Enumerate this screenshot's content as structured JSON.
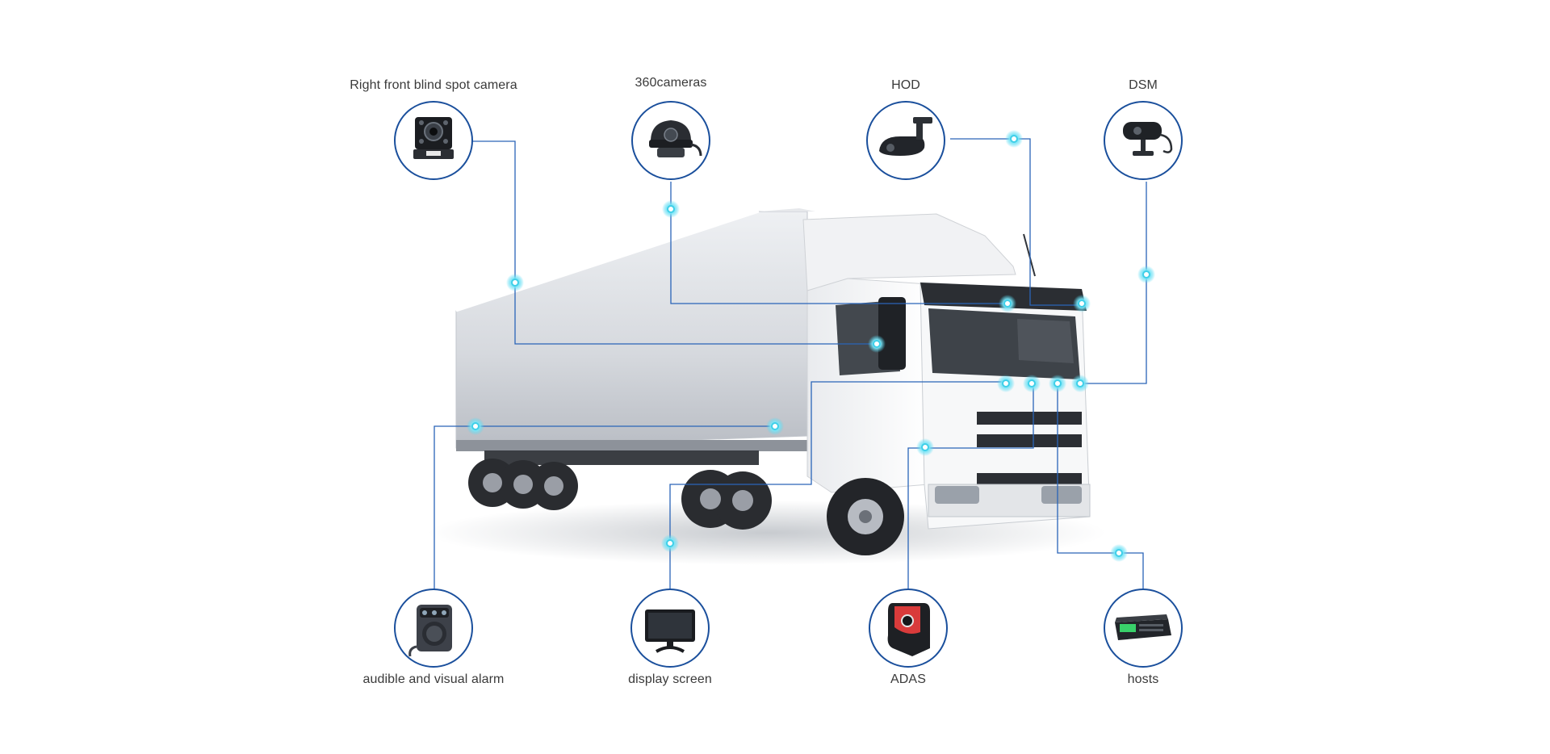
{
  "diagram": {
    "components": {
      "right_front_camera": "Right front blind spot camera",
      "cameras_360": "360cameras",
      "hod": "HOD",
      "dsm": "DSM",
      "alarm": "audible and visual alarm",
      "display": "display screen",
      "adas": "ADAS",
      "hosts": "hosts"
    },
    "icons": {
      "right_front_camera": "square-camera-icon",
      "cameras_360": "dome-camera-icon",
      "hod": "mirror-camera-icon",
      "dsm": "driver-monitor-camera-icon",
      "alarm": "speaker-alarm-icon",
      "display": "monitor-icon",
      "adas": "adas-camera-icon",
      "hosts": "mdvr-host-icon"
    },
    "colors": {
      "ring": "#1a4f9c",
      "connector_line": "#2a64b8",
      "node_glow": "#4fd8f2"
    }
  }
}
